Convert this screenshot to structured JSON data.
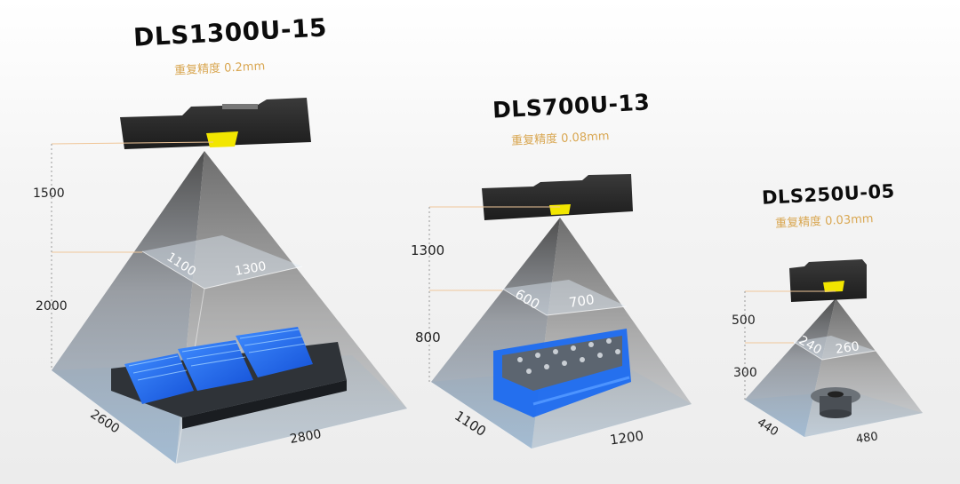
{
  "products": [
    {
      "model": "DLS1300U-15",
      "repeatability": "重复精度 0.2mm",
      "upper_distance": "1500",
      "lower_distance": "2000",
      "near_fov_width": "1100",
      "near_fov_length": "1300",
      "far_fov_width": "2600",
      "far_fov_length": "2800",
      "sample_object": "battery-tray"
    },
    {
      "model": "DLS700U-13",
      "repeatability": "重复精度 0.08mm",
      "upper_distance": "1300",
      "lower_distance": "800",
      "near_fov_width": "600",
      "near_fov_length": "700",
      "far_fov_width": "1100",
      "far_fov_length": "1200",
      "sample_object": "parts-basket"
    },
    {
      "model": "DLS250U-05",
      "repeatability": "重复精度 0.03mm",
      "upper_distance": "500",
      "lower_distance": "300",
      "near_fov_width": "240",
      "near_fov_length": "260",
      "far_fov_width": "440",
      "far_fov_length": "480",
      "sample_object": "bevel-gear"
    }
  ],
  "colors": {
    "title": "#0c0c0c",
    "subtitle": "#d9a752",
    "guide_line": "#f0c79a",
    "camera_body": "#2a2a2a",
    "laser_label": "#f2e600",
    "object_blue": "#1e6cf0",
    "floor": "#bcdcf5"
  }
}
